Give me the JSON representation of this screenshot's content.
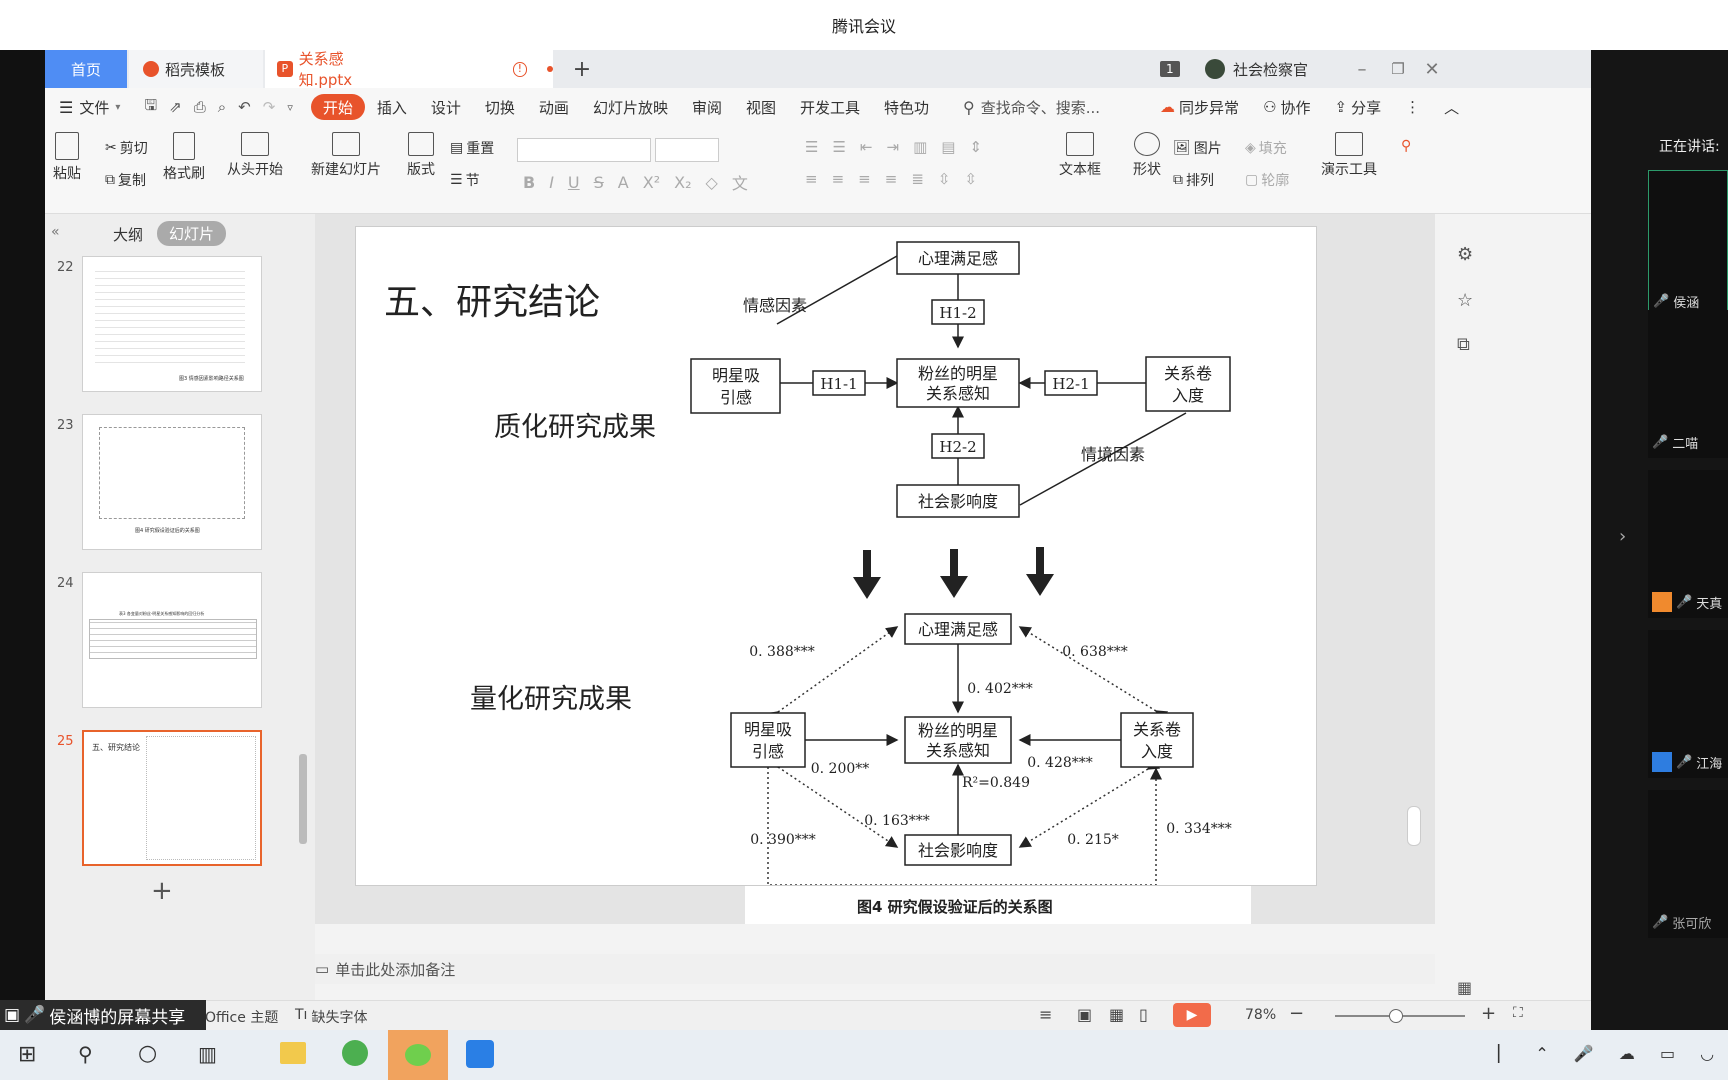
{
  "meeting": {
    "title": "腾讯会议",
    "speaking_label": "正在讲话:",
    "share_label": "侯涵博的屏幕共享"
  },
  "participants": [
    {
      "name": "侯涵"
    },
    {
      "name": "二喵"
    },
    {
      "name": "天真"
    },
    {
      "name": "江海"
    },
    {
      "name": "张可欣"
    }
  ],
  "tabs": [
    {
      "label": "首页"
    },
    {
      "label": "稻壳模板"
    },
    {
      "label": "关系感知.pptx"
    }
  ],
  "window": {
    "badge": "1",
    "user": "社会检察官"
  },
  "menu": {
    "file": "文件",
    "items": [
      "开始",
      "插入",
      "设计",
      "切换",
      "动画",
      "幻灯片放映",
      "审阅",
      "视图",
      "开发工具",
      "特色功"
    ],
    "search": "查找命令、搜索...",
    "sync": "同步异常",
    "collab": "协作",
    "share": "分享"
  },
  "ribbon": {
    "paste": "粘贴",
    "cut": "剪切",
    "copy": "复制",
    "format_brush": "格式刷",
    "from_start": "从头开始",
    "new_slide": "新建幻灯片",
    "layout": "版式",
    "reset": "重置",
    "section": "节",
    "textbox": "文本框",
    "shape": "形状",
    "picture": "图片",
    "fill": "填充",
    "arrange": "排列",
    "outline": "轮廓",
    "presenter": "演示工具"
  },
  "panel": {
    "outline_tab": "大纲",
    "slides_tab": "幻灯片"
  },
  "thumbnails": [
    {
      "num": "22",
      "caption": "图3 情感因素影响路径关系图"
    },
    {
      "num": "23",
      "caption": "图4 研究假设验证后的关系图"
    },
    {
      "num": "24",
      "caption": "表3 各变量对粉丝-明星关系感知影响的回归分析"
    },
    {
      "num": "25",
      "caption": "五、研究结论"
    }
  ],
  "slide": {
    "title": "五、研究结论",
    "qual_label": "质化研究成果",
    "quant_label": "量化研究成果",
    "top": {
      "satisfaction": "心理满足感",
      "attraction": [
        "明星吸",
        "引感"
      ],
      "perception": [
        "粉丝的明星",
        "关系感知"
      ],
      "involvement": [
        "关系卷",
        "入度"
      ],
      "social": "社会影响度",
      "h1_1": "H1-1",
      "h1_2": "H1-2",
      "h2_1": "H2-1",
      "h2_2": "H2-2",
      "emotion_factor": "情感因素",
      "context_factor": "情境因素"
    },
    "bottom": {
      "satisfaction": "心理满足感",
      "attraction": [
        "明星吸",
        "引感"
      ],
      "perception": [
        "粉丝的明星",
        "关系感知"
      ],
      "involvement": [
        "关系卷",
        "入度"
      ],
      "social": "社会影响度",
      "c1": "0. 388***",
      "c2": "0. 638***",
      "c3": "0. 402***",
      "c4": "0. 200**",
      "c5": "0. 428***",
      "r2": "R²=0.849",
      "c6": "0. 163***",
      "c7": "0. 390***",
      "c8": "0. 215*",
      "c9": "0. 334***"
    },
    "caption": "图4 研究假设验证后的关系图"
  },
  "notes_placeholder": "单击此处添加备注",
  "status": {
    "theme": "Office 主题",
    "missing_font": "缺失字体",
    "zoom": "78%"
  }
}
